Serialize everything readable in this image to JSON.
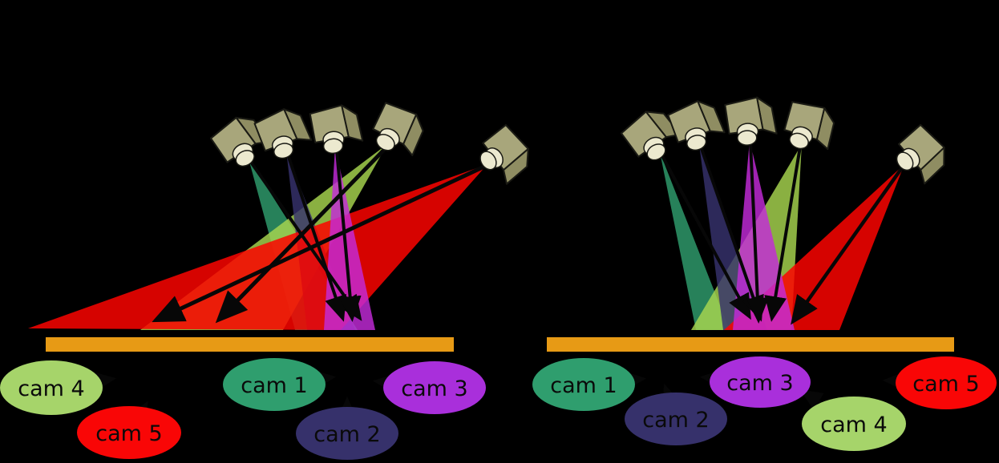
{
  "figure": {
    "background_color": "#000000",
    "ground_color": "#e79a15",
    "camera": {
      "body_color": "#a8a67b",
      "top_color": "#bcba8e",
      "side_color": "#8f8d62",
      "lens_color": "#ece9cf"
    },
    "panels": {
      "left": {
        "cams": [
          {
            "label": "cam 1",
            "label_color": "#2f9e6e",
            "beam_color": "#2f9e6e"
          },
          {
            "label": "cam 2",
            "label_color": "#36316b",
            "beam_color": "#37326e"
          },
          {
            "label": "cam 3",
            "label_color": "#a92fdb",
            "beam_color": "#c32bd9"
          },
          {
            "label": "cam 4",
            "label_color": "#a6d46a",
            "beam_color": "#a8d74f"
          },
          {
            "label": "cam 5",
            "label_color": "#f90606",
            "beam_color": "#fb0300"
          }
        ]
      },
      "right": {
        "cams": [
          {
            "label": "cam 1",
            "label_color": "#2f9e6e",
            "beam_color": "#2f9e6e"
          },
          {
            "label": "cam 2",
            "label_color": "#36316b",
            "beam_color": "#37326e"
          },
          {
            "label": "cam 3",
            "label_color": "#a92fdb",
            "beam_color": "#c32bd9"
          },
          {
            "label": "cam 4",
            "label_color": "#a6d46a",
            "beam_color": "#a8d74f"
          },
          {
            "label": "cam 5",
            "label_color": "#f90606",
            "beam_color": "#fb0300"
          }
        ]
      }
    }
  }
}
